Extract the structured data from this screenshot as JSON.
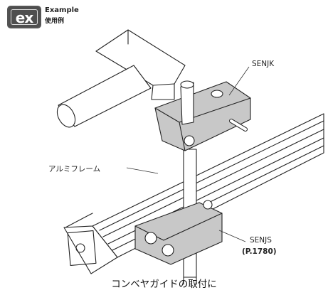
{
  "badge": {
    "text": "ex",
    "title_en": "Example",
    "title_ja": "使用例"
  },
  "labels": {
    "senjk": "SENJK",
    "aluminum_frame": "アルミフレーム",
    "senjs": "SENJS",
    "senjs_page": "(P.1780)"
  },
  "caption": "コンベヤガイドの取付に",
  "colors": {
    "part_fill": "#c8c8c8",
    "line": "#222222",
    "badge": "#4f4f4f"
  }
}
